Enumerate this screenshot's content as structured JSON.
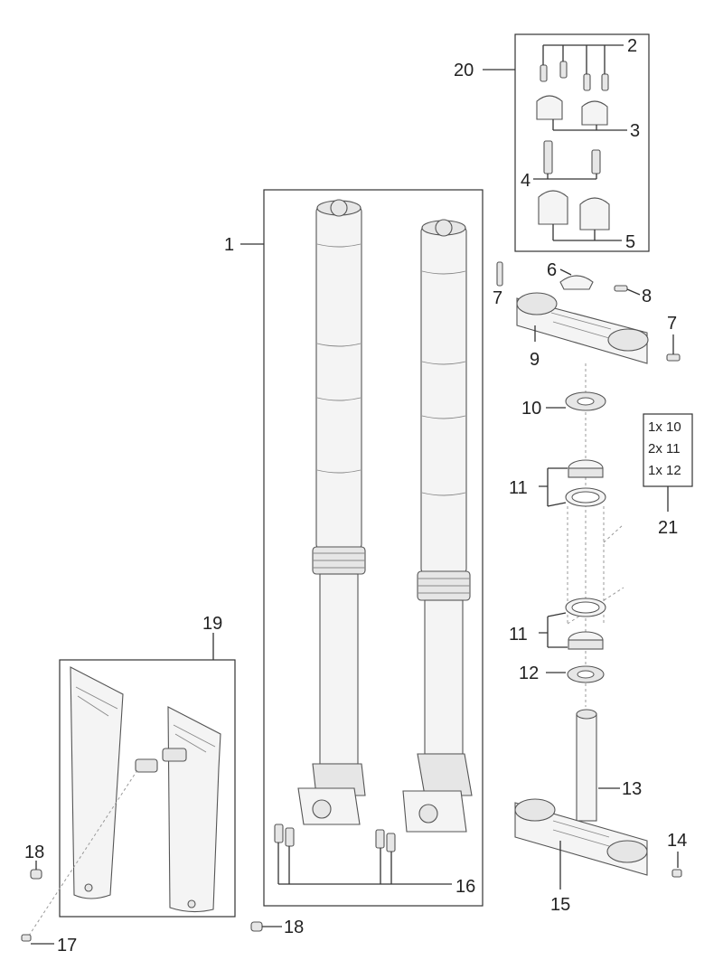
{
  "callouts": {
    "c1": "1",
    "c2": "2",
    "c3": "3",
    "c4": "4",
    "c5": "5",
    "c6": "6",
    "c7a": "7",
    "c7b": "7",
    "c8": "8",
    "c9": "9",
    "c10": "10",
    "c11a": "11",
    "c11b": "11",
    "c12": "12",
    "c13": "13",
    "c14": "14",
    "c15": "15",
    "c16": "16",
    "c17": "17",
    "c18a": "18",
    "c18b": "18",
    "c19": "19",
    "c20": "20",
    "c21": "21"
  },
  "kit_box": {
    "line1": "1x 10",
    "line2": "2x 11",
    "line3": "1x 12"
  },
  "colors": {
    "line": "#333333",
    "part_fill": "#f4f4f4",
    "part_shade": "#e6e6e6"
  }
}
